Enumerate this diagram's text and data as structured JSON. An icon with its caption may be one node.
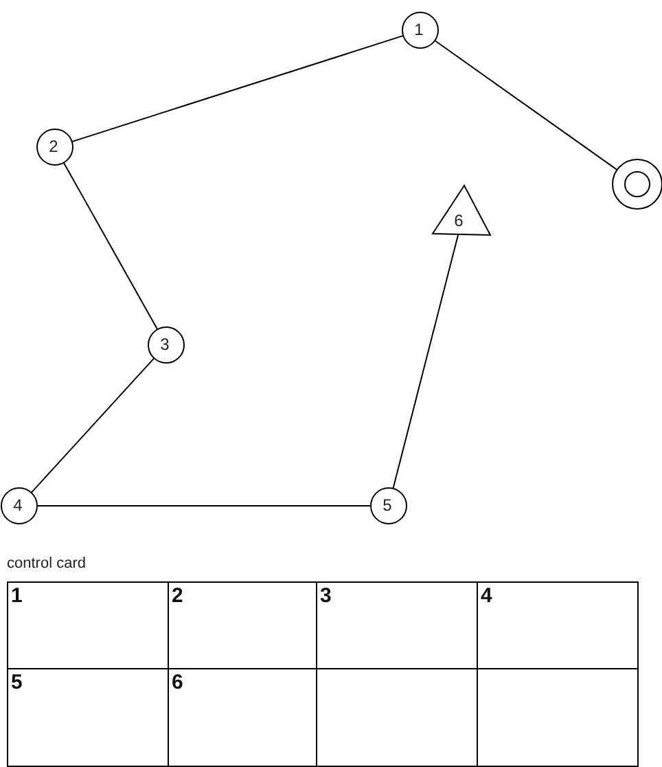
{
  "diagram": {
    "nodes": [
      {
        "text": [
          "1"
        ]
      },
      {
        "text": [
          "2"
        ]
      },
      {
        "text": [],
        "shape": "circle"
      },
      {
        "text": [
          "6"
        ]
      },
      {
        "text": [
          "3"
        ]
      },
      {
        "text": [
          "4"
        ]
      },
      {
        "text": [
          "5"
        ]
      }
    ],
    "edges": [
      {
        "from": 2,
        "to": 0,
        "arrow": "none"
      },
      {
        "from": 0,
        "to": 1,
        "arrow": "none"
      },
      {
        "from": 1,
        "to": 4,
        "arrow": "none"
      },
      {
        "from": 4,
        "to": 5,
        "arrow": "none"
      },
      {
        "from": 5,
        "to": 6,
        "arrow": "none"
      },
      {
        "from": 6,
        "to": 3,
        "arrow": "none"
      }
    ],
    "labels": [
      "control card",
      "1",
      "2",
      "3",
      "4",
      "5",
      "6"
    ]
  }
}
